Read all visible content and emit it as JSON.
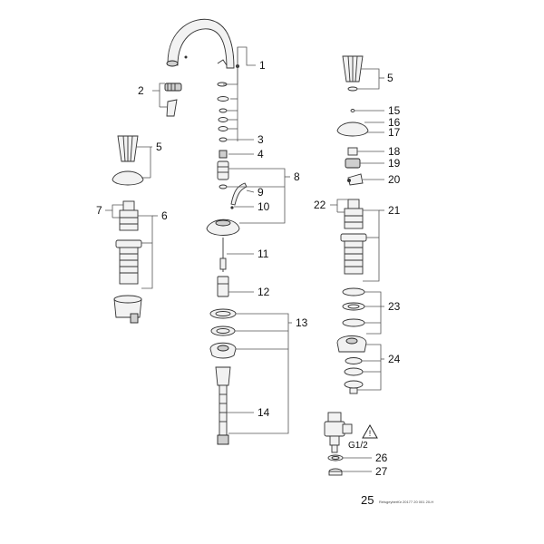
{
  "diagram": {
    "callouts": {
      "c1": "1",
      "c2": "2",
      "c3": "3",
      "c4": "4",
      "c5a": "5",
      "c5b": "5",
      "c6": "6",
      "c7": "7",
      "c8": "8",
      "c9": "9",
      "c10": "10",
      "c11": "11",
      "c12": "12",
      "c13": "13",
      "c14": "14",
      "c15": "15",
      "c16": "16",
      "c17": "17",
      "c18": "18",
      "c19": "19",
      "c20": "20",
      "c21": "21",
      "c22": "22",
      "c23": "23",
      "c24": "24",
      "c26": "26",
      "c27": "27"
    },
    "thread_label": "G1/2",
    "warning_symbol": "!"
  },
  "footer": {
    "page_number": "25",
    "small_text": "Reisgeyberfür 20177 20 001 20-H"
  }
}
